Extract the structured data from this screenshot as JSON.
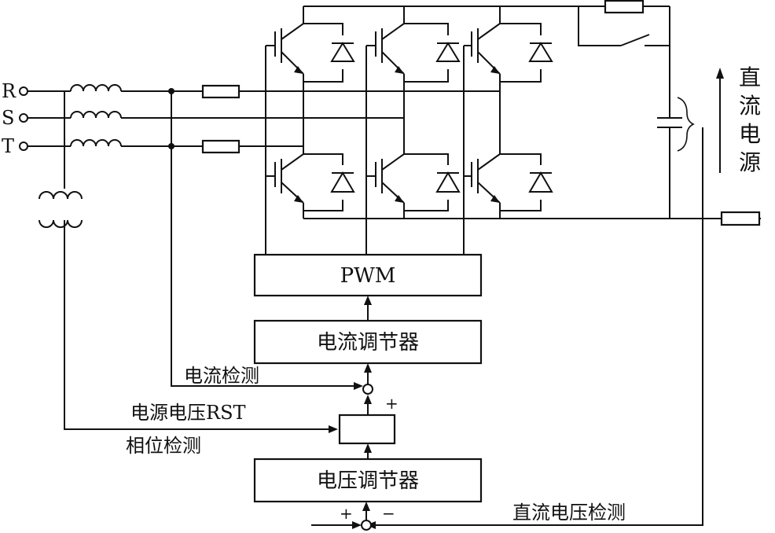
{
  "terminals": {
    "r": "R",
    "s": "S",
    "t": "T"
  },
  "blocks": {
    "pwm": "PWM",
    "current_regulator": "电流调节器",
    "voltage_regulator": "电压调节器"
  },
  "labels": {
    "current_detect": "电流检测",
    "supply_voltage": "电源电压RST",
    "phase_detect": "相位检测",
    "dc_voltage_detect": "直流电压检测",
    "dc_source": [
      "直",
      "流",
      "电",
      "源"
    ]
  },
  "signs": {
    "plus_upper": "+",
    "plus_lower": "+",
    "minus_lower": "−"
  }
}
